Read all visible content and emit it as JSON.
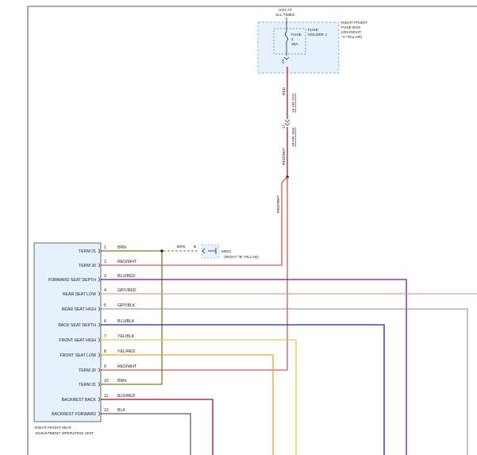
{
  "fuse_box": {
    "hot_label_1": "HOT AT",
    "hot_label_2": "ALL TIMES",
    "box_label": [
      "RIGHT FRONT",
      "FUSE BOX",
      "(ON RIGHT",
      "\"A\" PILLAR)"
    ],
    "fuse_label": [
      "FUSE",
      "2",
      "30A"
    ],
    "holder_label": [
      "FUSE",
      "HOLDER J"
    ],
    "pin": "2A"
  },
  "main_wire": {
    "color_top": "RED",
    "code_top": "15-VR-1/01",
    "splice_num": "17",
    "code_bottom": "15-VR-3/04",
    "color_mid": "RED/WHT",
    "color_branch": "RED/WHT"
  },
  "ground": {
    "wire_a": "BRN",
    "wire_b": "BRN",
    "pin": "B",
    "name": "M522",
    "location": "(RIGHT \"B\" PILLAR)"
  },
  "unit": {
    "name_line1": "RIGHT FRONT SEAT",
    "name_line2": "ADJUSTMENT OPERATING UNIT"
  },
  "terminals": [
    {
      "label": "TERM 31",
      "pin": "1",
      "wire": "BRN",
      "color": "#8a7a1a"
    },
    {
      "label": "TERM 30",
      "pin": "2",
      "wire": "RED/WHT",
      "color": "#cc2222"
    },
    {
      "label": "FORWARD SEAT DEPTH",
      "pin": "3",
      "wire": "BLU/RED",
      "color": "#6a1a9a"
    },
    {
      "label": "REAR SEAT LOW",
      "pin": "4",
      "wire": "GRY/RED",
      "color": "#e89aa0"
    },
    {
      "label": "REAR SEAT HIGH",
      "pin": "5",
      "wire": "GRY/BLK",
      "color": "#8a8a8a"
    },
    {
      "label": "BACK SEAT DEPTH",
      "pin": "6",
      "wire": "BLU/BLK",
      "color": "#1a2a9a"
    },
    {
      "label": "FRONT SEAT HIGH",
      "pin": "7",
      "wire": "YEL/BLK",
      "color": "#d8d240"
    },
    {
      "label": "FRONT SEAT LOW",
      "pin": "8",
      "wire": "YEL/RED",
      "color": "#f0a030"
    },
    {
      "label": "TERM 30",
      "pin": "9",
      "wire": "RED/WHT",
      "color": "#cc2222"
    },
    {
      "label": "TERM 31",
      "pin": "10",
      "wire": "BRN",
      "color": "#8a7a1a"
    },
    {
      "label": "BACKREST BACK",
      "pin": "11",
      "wire": "BLK/RED",
      "color": "#8a1a1a"
    },
    {
      "label": "BACKREST FORWARD",
      "pin": "12",
      "wire": "BLK",
      "color": "#333333"
    }
  ]
}
